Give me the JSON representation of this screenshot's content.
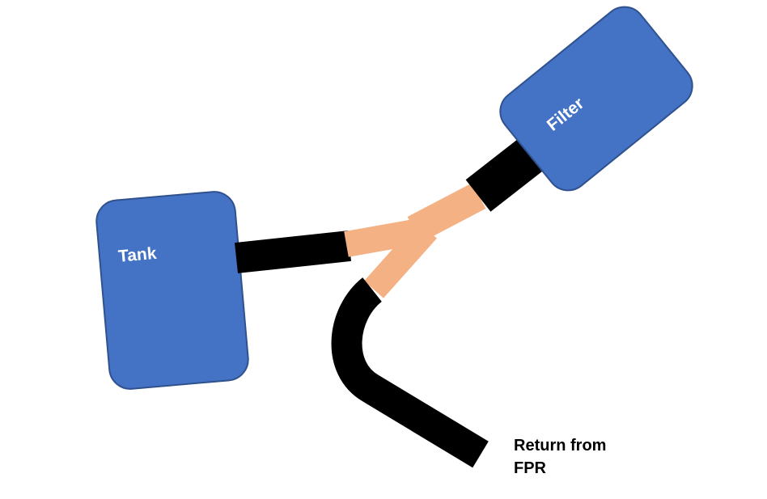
{
  "tank": {
    "label": "Tank",
    "fill": "#4472C4",
    "outline": "#2F528F"
  },
  "filter": {
    "label": "Filter",
    "fill": "#4472C4",
    "outline": "#2F528F"
  },
  "y_connector": {
    "fill": "#F4B183"
  },
  "hoses": {
    "color": "#000000"
  },
  "return_label": {
    "line1": "Return from",
    "line2": "FPR"
  }
}
